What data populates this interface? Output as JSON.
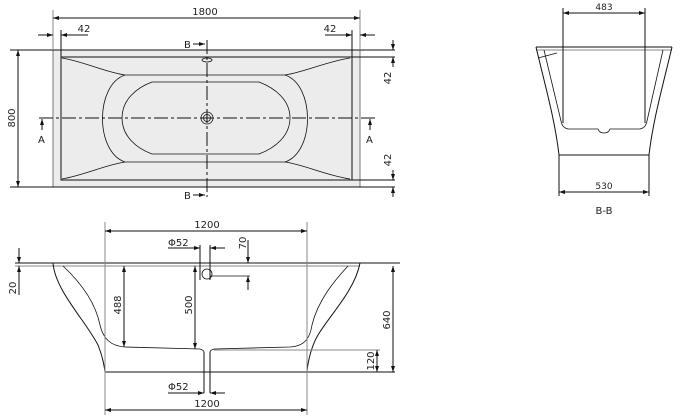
{
  "top_view": {
    "length": "1800",
    "width": "800",
    "rim_left": "42",
    "rim_right": "42",
    "rim_top": "42",
    "rim_bottom": "42",
    "section_b_top": "B",
    "section_b_bottom": "B",
    "section_a_left": "A",
    "section_a_right": "A"
  },
  "side_view": {
    "top_width": "1200",
    "overflow_diameter": "Φ52",
    "overflow_offset": "70",
    "rim_height": "20",
    "depth_side": "488",
    "depth_center": "500",
    "total_height": "640",
    "base_height": "120",
    "drain_diameter": "Φ52",
    "bottom_width": "1200"
  },
  "section_view": {
    "top_width": "483",
    "bottom_width": "530",
    "title": "B-B"
  }
}
